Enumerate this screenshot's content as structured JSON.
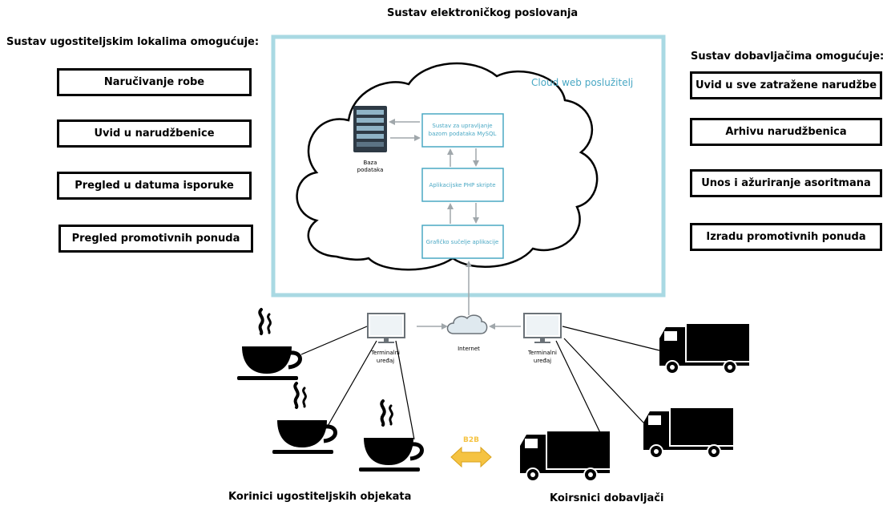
{
  "title": "Sustav elektroničkog poslovanja",
  "left": {
    "heading": "Sustav ugostiteljskim lokalima omogućuje:",
    "items": [
      "Naručivanje robe",
      "Uvid u narudžbenice",
      "Pregled u datuma isporuke",
      "Pregled promotivnih ponuda"
    ],
    "footer": "Korinici ugostiteljskih objekata"
  },
  "right": {
    "heading": "Sustav dobavljačima omogućuje:",
    "items": [
      "Uvid u sve zatražene narudžbe",
      "Arhivu narudžbenica",
      "Unos i ažuriranje asoritmana",
      "Izradu promotivnih ponuda"
    ],
    "footer": "Koirsnici dobavljači"
  },
  "cloud": {
    "label": "Cloud web poslužitelj",
    "database_label_line1": "Baza",
    "database_label_line2": "podataka",
    "dbms_line1": "Sustav za upravljanje",
    "dbms_line2": "bazom podataka MySQL",
    "php_label": "Aplikacijske PHP skripte",
    "gui_label": "Grafičko sučelje aplikacije"
  },
  "network": {
    "terminal_left_line1": "Terminalni",
    "terminal_left_line2": "uređaj",
    "terminal_right_line1": "Terminalni",
    "terminal_right_line2": "uređaj",
    "internet_label": "Internet",
    "b2b_label": "B2B"
  },
  "colors": {
    "frame": "#a9d9e3",
    "diagram_blue": "#4aa8c4",
    "arrow_grey": "#a0a7ab",
    "b2b_fill": "#f5c342"
  }
}
